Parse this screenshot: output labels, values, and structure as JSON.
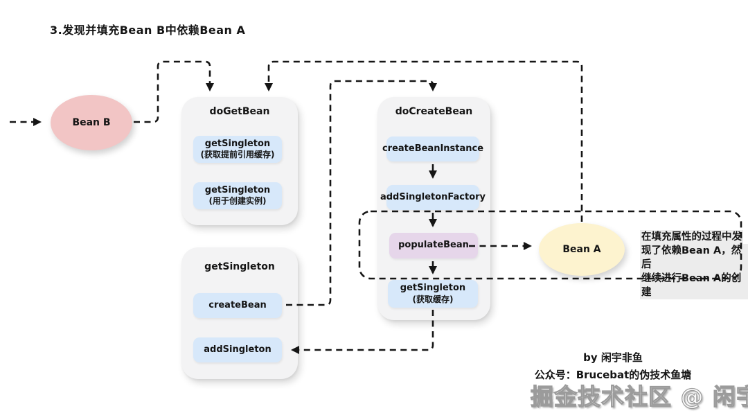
{
  "title": "3.发现并填充Bean B中依赖Bean A",
  "nodes": {
    "bean_b": {
      "label": "Bean B"
    },
    "bean_a": {
      "label": "Bean A"
    },
    "do_get_bean": {
      "title": "doGetBean",
      "steps": [
        {
          "label": "getSingleton",
          "sub": "(获取提前引用缓存)"
        },
        {
          "label": "getSingleton",
          "sub": "(用于创建实例)"
        }
      ]
    },
    "do_create_bean": {
      "title": "doCreateBean",
      "steps": [
        {
          "label": "createBeanInstance"
        },
        {
          "label": "addSingletonFactory"
        },
        {
          "label": "populateBean"
        },
        {
          "label": "getSingleton",
          "sub": "(获取缓存)"
        }
      ]
    },
    "get_singleton": {
      "title": "getSingleton",
      "steps": [
        {
          "label": "createBean"
        },
        {
          "label": "addSingleton"
        }
      ]
    }
  },
  "annotation": {
    "lines": [
      "在填充属性的过程中发",
      "现了依赖Bean A，然后",
      "继续进行Bean A的创建"
    ]
  },
  "credit": {
    "line1": "by 闲宇非鱼",
    "line2": "公众号：Brucebat的伪技术鱼塘"
  },
  "watermark": "掘金技术社区 @ 闲宇非鱼",
  "colors": {
    "pink": "#f2c5c5",
    "yellow": "#fdf3cf",
    "blue": "#d7e8fa",
    "purple": "#e6d6ea",
    "box_gray": "#f3f3f4",
    "line": "#151515",
    "annotation_bg": "#ececec"
  }
}
